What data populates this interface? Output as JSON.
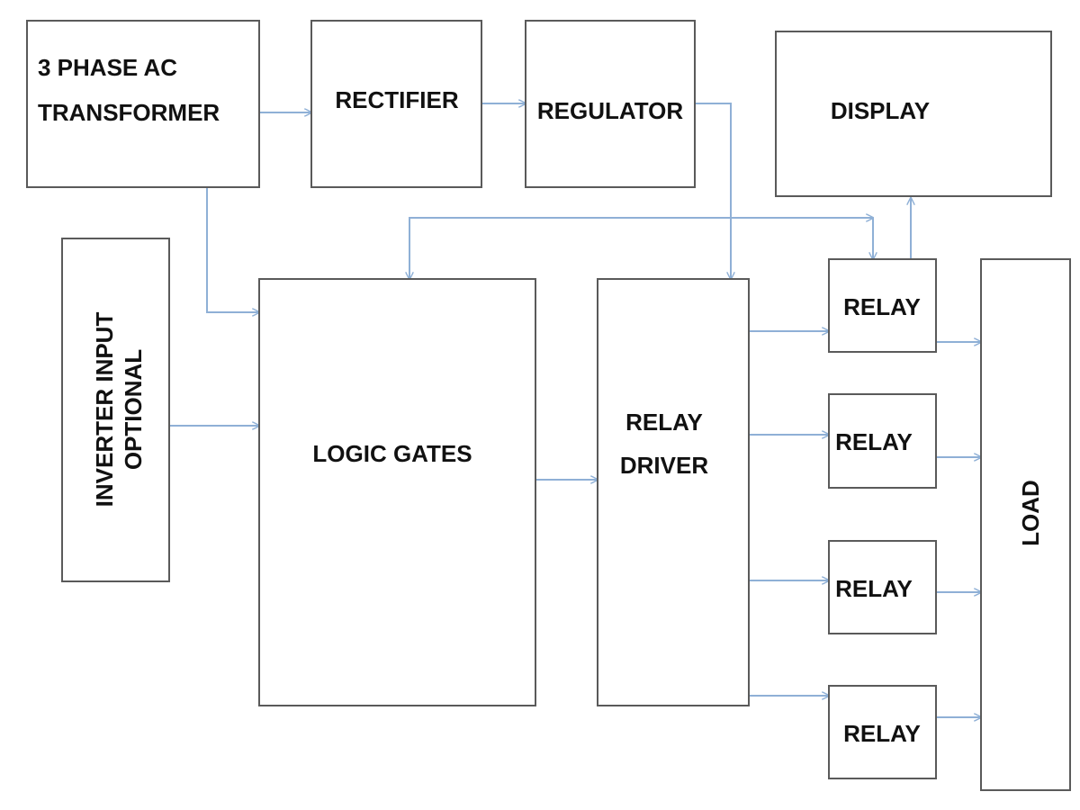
{
  "diagram": {
    "transformer": {
      "line1": "3  PHASE  AC",
      "line2": "TRANSFORMER"
    },
    "rectifier": "RECTIFIER",
    "regulator": "REGULATOR",
    "display": "DISPLAY",
    "inverter": {
      "line1": "INVERTER INPUT",
      "line2": "OPTIONAL"
    },
    "logic_gates": "LOGIC GATES",
    "relay_driver": {
      "line1": "RELAY",
      "line2": "DRIVER"
    },
    "relays": [
      "RELAY",
      "RELAY",
      "RELAY",
      "RELAY"
    ],
    "load": "LOAD"
  },
  "colors": {
    "block_border": "#5a5a5a",
    "connector": "#8fb0d6",
    "text": "#111111",
    "background": "#ffffff"
  }
}
